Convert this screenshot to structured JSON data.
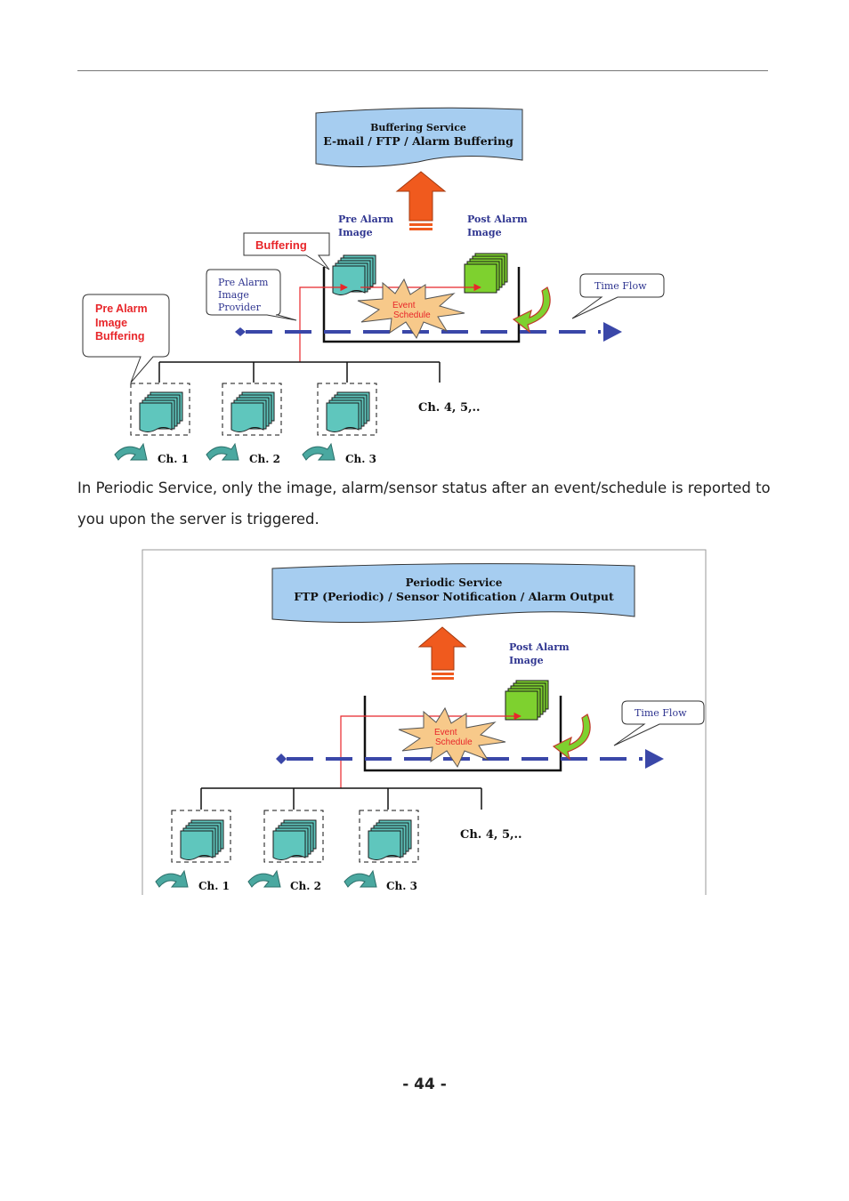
{
  "diagram1": {
    "banner": {
      "line1": "Buffering Service",
      "line2": "E-mail / FTP / Alarm Buffering"
    },
    "pre_alarm_image": {
      "line1": "Pre Alarm",
      "line2": "Image"
    },
    "post_alarm_image": {
      "line1": "Post Alarm",
      "line2": "Image"
    },
    "buffering_callout": "Buffering",
    "provider_callout": {
      "line1": "Pre Alarm",
      "line2": "Image",
      "line3": "Provider"
    },
    "pre_alarm_buffering_callout": {
      "line1": "Pre Alarm",
      "line2": "Image",
      "line3": "Buffering"
    },
    "time_flow_callout": "Time Flow",
    "event_burst": {
      "line1": "Event",
      "line2": "Schedule"
    },
    "channels": [
      "Ch. 1",
      "Ch. 2",
      "Ch. 3"
    ],
    "more_channels": "Ch. 4, 5,.."
  },
  "paragraph": "In Periodic Service, only the image, alarm/sensor status after an event/schedule is reported to you upon the server is triggered.",
  "diagram2": {
    "banner": {
      "line1": "Periodic Service",
      "line2": "FTP (Periodic)  / Sensor Notification / Alarm Output"
    },
    "post_alarm_image": {
      "line1": "Post Alarm",
      "line2": "Image"
    },
    "time_flow_callout": "Time Flow",
    "event_burst": {
      "line1": "Event",
      "line2": "Schedule"
    },
    "channels": [
      "Ch. 1",
      "Ch. 2",
      "Ch. 3"
    ],
    "more_channels": "Ch. 4, 5,.."
  },
  "page_number": "- 44 -",
  "colors": {
    "banner_fill": "#a6cdf0",
    "image_teal": "#5fc6bd",
    "image_green": "#7ed12f",
    "arrow_orange": "#f05a1e",
    "timeline_blue": "#3a47a8",
    "burst_fill": "#f7c98a",
    "red": "#e8262a",
    "label_blue": "#2f3590"
  }
}
